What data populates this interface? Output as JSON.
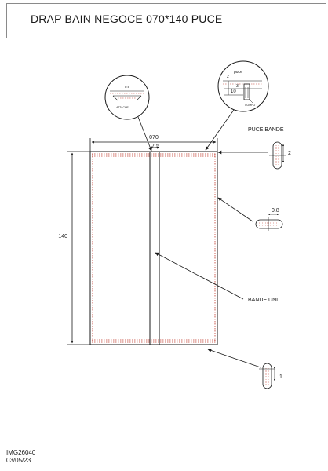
{
  "title": "DRAP BAIN NEGOCE 070*140 PUCE",
  "dimensions": {
    "width": "070",
    "height": "140",
    "band_offset": "7.5"
  },
  "detail_top_left": {
    "top": "0.6",
    "label": "ATTACHE"
  },
  "detail_top_right": {
    "puce": "puce",
    "a": "2",
    "b": "3",
    "c": "10",
    "compo": "COMPO"
  },
  "puce_bande": {
    "label": "PUCE BANDE",
    "value": "2"
  },
  "side_detail": {
    "value": "0.8"
  },
  "bottom_detail": {
    "value": "1"
  },
  "callouts": {
    "bande_uni": "BANDE UNI"
  },
  "footer": {
    "ref": "IMG26040",
    "date": "03/05/23"
  },
  "colors": {
    "hem_stitch": "#c0392b",
    "line": "#1a1a1a"
  }
}
